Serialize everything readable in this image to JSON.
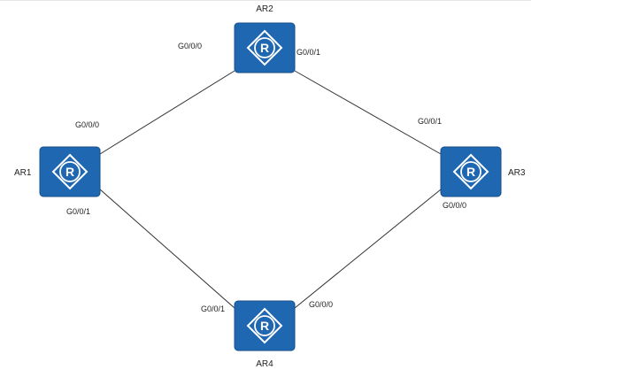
{
  "diagram": {
    "colors": {
      "router_fill": "#1f67b1",
      "router_edge": "#174f8a",
      "icon_stroke": "#ffffff",
      "link": "#333333",
      "text": "#222222"
    },
    "icon": "router-icon",
    "router_glyph": "R",
    "routers": [
      {
        "id": "AR1",
        "label": "AR1"
      },
      {
        "id": "AR2",
        "label": "AR2"
      },
      {
        "id": "AR3",
        "label": "AR3"
      },
      {
        "id": "AR4",
        "label": "AR4"
      }
    ],
    "links": [
      {
        "from": "AR1",
        "from_port": "G0/0/0",
        "to": "AR2",
        "to_port": "G0/0/0"
      },
      {
        "from": "AR2",
        "from_port": "G0/0/1",
        "to": "AR3",
        "to_port": "G0/0/1"
      },
      {
        "from": "AR1",
        "from_port": "G0/0/1",
        "to": "AR4",
        "to_port": "G0/0/1"
      },
      {
        "from": "AR4",
        "from_port": "G0/0/0",
        "to": "AR3",
        "to_port": "G0/0/0"
      }
    ]
  }
}
